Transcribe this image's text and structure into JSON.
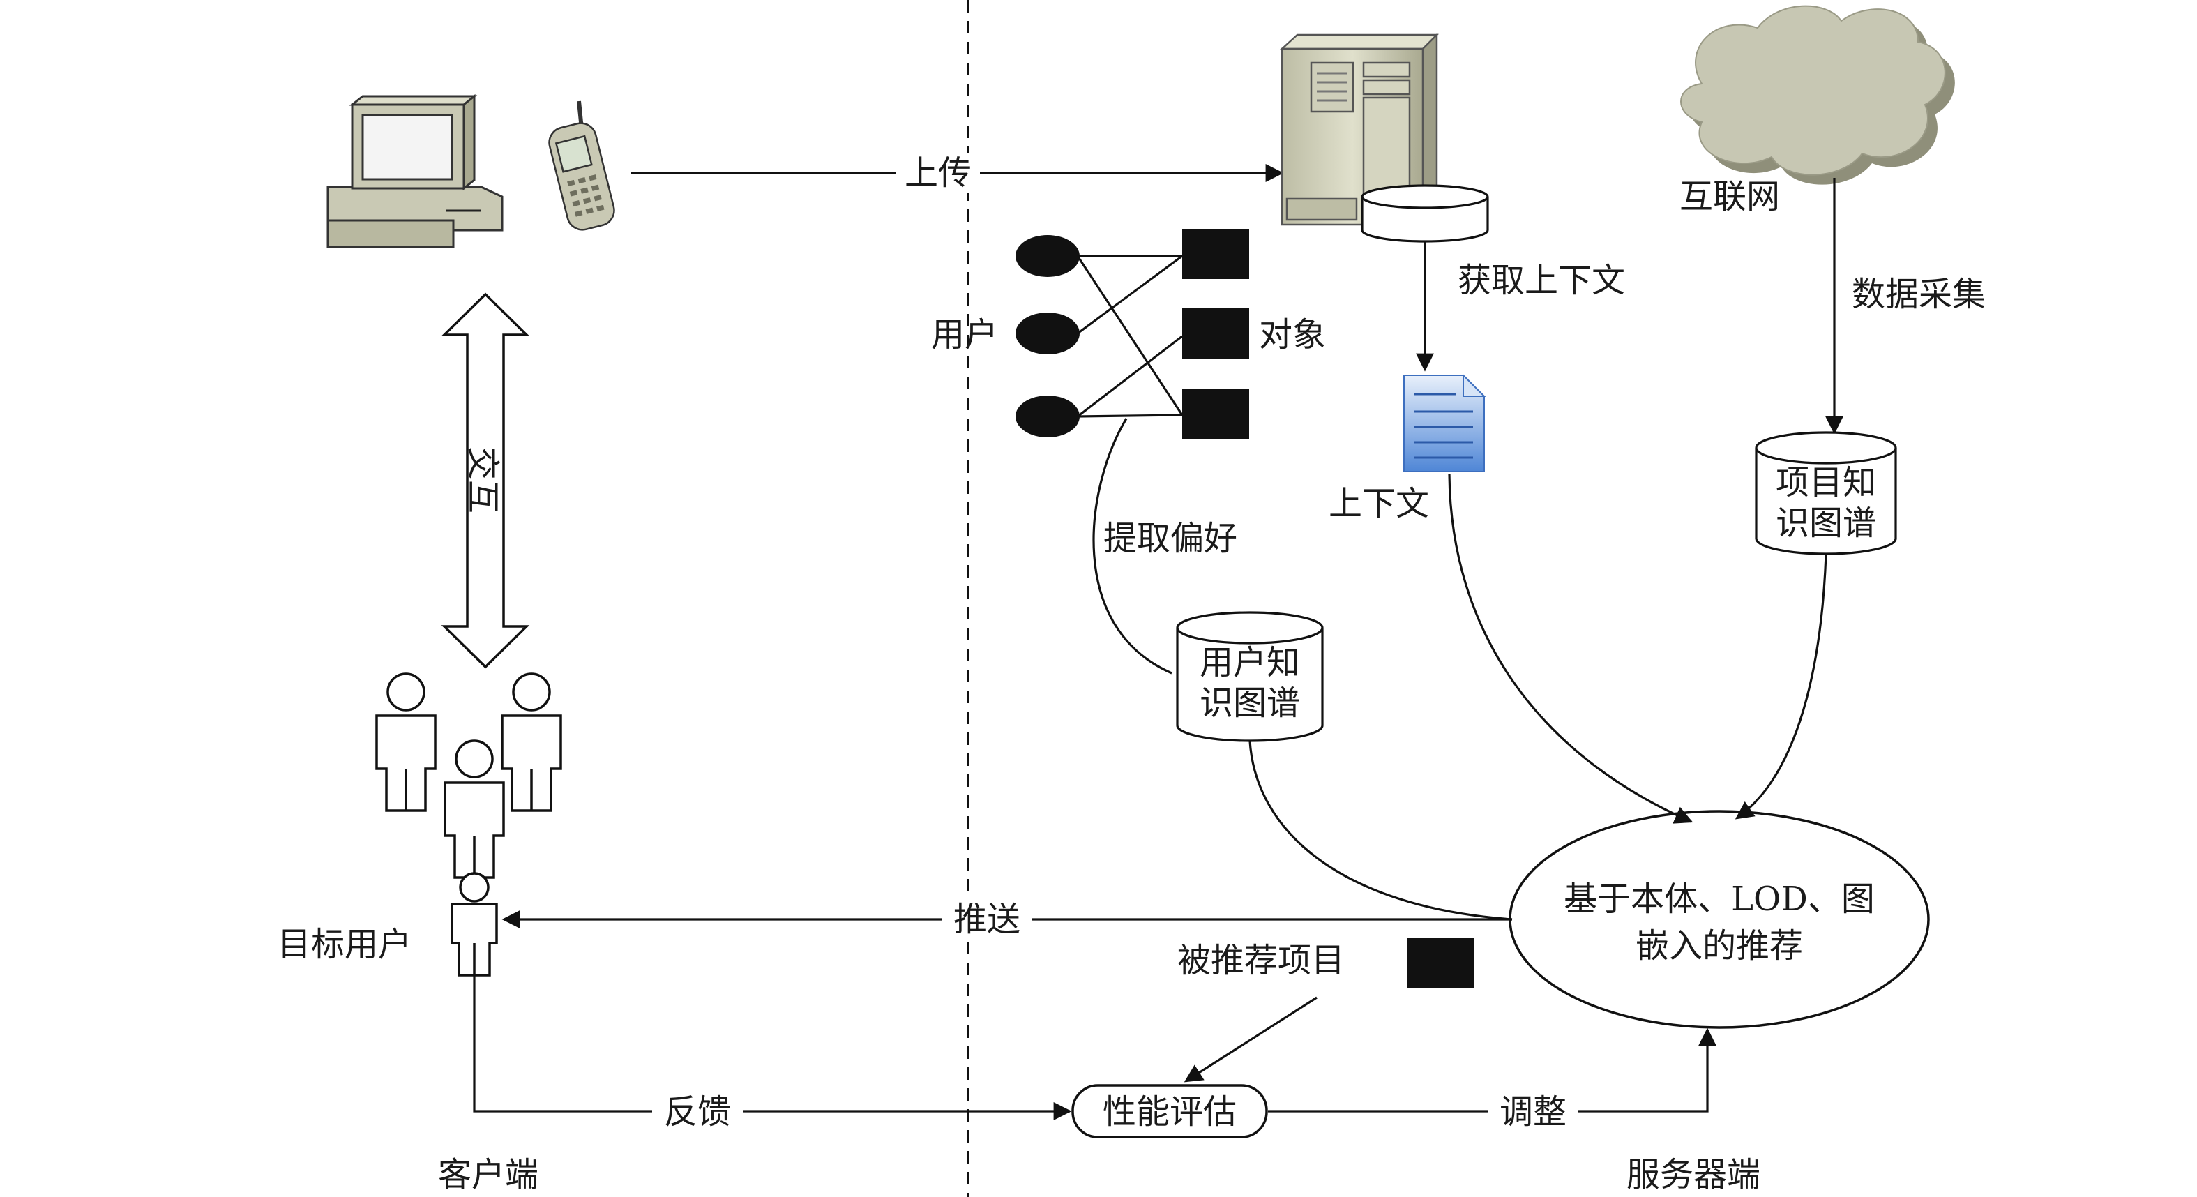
{
  "labels": {
    "upload": "上传",
    "internet": "互联网",
    "get_context": "获取上下文",
    "data_collection": "数据采集",
    "users": "用户",
    "objects": "对象",
    "context": "上下文",
    "extract_preference": "提取偏好",
    "interaction": "交互",
    "item_kg_line1": "项目知",
    "item_kg_line2": "识图谱",
    "user_kg_line1": "用户知",
    "user_kg_line2": "识图谱",
    "recommend_line1": "基于本体、LOD、图",
    "recommend_line2": "嵌入的推荐",
    "push": "推送",
    "target_user": "目标用户",
    "recommended_item": "被推荐项目",
    "evaluation": "性能评估",
    "feedback": "反馈",
    "adjust": "调整",
    "client": "客户端",
    "server": "服务器端"
  },
  "icons": [
    "desktop-computer-icon",
    "mobile-phone-icon",
    "server-tower-icon",
    "cloud-icon",
    "document-icon",
    "person-icon"
  ],
  "colors": {
    "line": "#111111",
    "gray_device": "#c9c9b4",
    "cloud": "#c7c7b3",
    "doc_blue": "#6fa0de"
  }
}
